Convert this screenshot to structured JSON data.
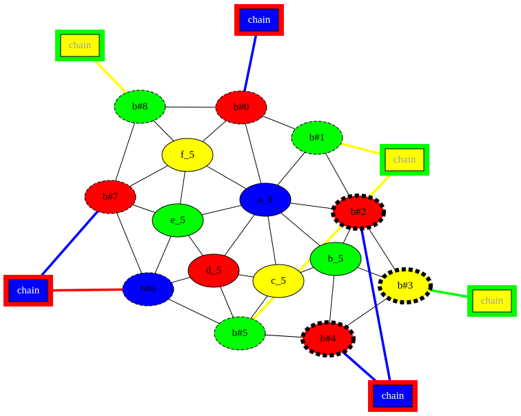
{
  "colors": {
    "red": "#ff0000",
    "green": "#00ff00",
    "blue": "#0000ff",
    "yellow": "#ffff00",
    "black": "#000000",
    "chain_text_on_blue": "#ffffff",
    "chain_text_on_yellow": "#a0a0a0"
  },
  "nodes": [
    {
      "id": "b0",
      "label": "b#0",
      "fill": "red",
      "border": "thin-dashed"
    },
    {
      "id": "b8",
      "label": "b#8",
      "fill": "green",
      "border": "thin-dashed"
    },
    {
      "id": "b1",
      "label": "b#1",
      "fill": "green",
      "border": "thin-dashed"
    },
    {
      "id": "f5",
      "label": "f_5",
      "fill": "yellow",
      "border": "solid"
    },
    {
      "id": "b7",
      "label": "b#7",
      "fill": "red",
      "border": "thin-dashed"
    },
    {
      "id": "a8",
      "label": "a_8",
      "fill": "blue",
      "border": "solid"
    },
    {
      "id": "b2",
      "label": "b#2",
      "fill": "red",
      "border": "thick-dashed"
    },
    {
      "id": "e5",
      "label": "e_5",
      "fill": "green",
      "border": "solid"
    },
    {
      "id": "d5",
      "label": "d_5",
      "fill": "red",
      "border": "solid"
    },
    {
      "id": "b5node",
      "label": "b_5",
      "fill": "green",
      "border": "solid"
    },
    {
      "id": "c5",
      "label": "c_5",
      "fill": "yellow",
      "border": "solid"
    },
    {
      "id": "b3",
      "label": "b#3",
      "fill": "yellow",
      "border": "thick-dashed"
    },
    {
      "id": "b6",
      "label": "b#6",
      "fill": "blue",
      "border": "thin-dashed"
    },
    {
      "id": "b5",
      "label": "b#5",
      "fill": "green",
      "border": "thin-dashed"
    },
    {
      "id": "b4",
      "label": "b#4",
      "fill": "red",
      "border": "thick-dashed"
    }
  ],
  "chains": [
    {
      "id": "chain-top",
      "label": "chain",
      "outer": "red",
      "inner": "blue",
      "text": "chain_text_on_blue"
    },
    {
      "id": "chain-top-left",
      "label": "chain",
      "outer": "green",
      "inner": "yellow",
      "text": "chain_text_on_yellow"
    },
    {
      "id": "chain-right-upper",
      "label": "chain",
      "outer": "green",
      "inner": "yellow",
      "text": "chain_text_on_yellow"
    },
    {
      "id": "chain-right-lower",
      "label": "chain",
      "outer": "green",
      "inner": "yellow",
      "text": "chain_text_on_yellow"
    },
    {
      "id": "chain-left",
      "label": "chain",
      "outer": "red",
      "inner": "blue",
      "text": "chain_text_on_blue"
    },
    {
      "id": "chain-bottom",
      "label": "chain",
      "outer": "red",
      "inner": "blue",
      "text": "chain_text_on_blue"
    }
  ],
  "edges": [
    [
      "b8",
      "b0"
    ],
    [
      "b8",
      "f5"
    ],
    [
      "b8",
      "b7"
    ],
    [
      "b0",
      "f5"
    ],
    [
      "b0",
      "b1"
    ],
    [
      "b0",
      "a8"
    ],
    [
      "b1",
      "a8"
    ],
    [
      "b1",
      "b2"
    ],
    [
      "f5",
      "b7"
    ],
    [
      "f5",
      "e5"
    ],
    [
      "f5",
      "a8"
    ],
    [
      "b7",
      "e5"
    ],
    [
      "b7",
      "b6"
    ],
    [
      "e5",
      "a8"
    ],
    [
      "e5",
      "d5"
    ],
    [
      "e5",
      "b6"
    ],
    [
      "a8",
      "b2"
    ],
    [
      "a8",
      "d5"
    ],
    [
      "a8",
      "c5"
    ],
    [
      "a8",
      "b5node"
    ],
    [
      "b2",
      "b5node"
    ],
    [
      "b2",
      "b3"
    ],
    [
      "d5",
      "b6"
    ],
    [
      "d5",
      "c5"
    ],
    [
      "d5",
      "b5"
    ],
    [
      "c5",
      "b5node"
    ],
    [
      "c5",
      "b5"
    ],
    [
      "b5node",
      "b3"
    ],
    [
      "b5node",
      "b4"
    ],
    [
      "b6",
      "b5"
    ],
    [
      "b5",
      "b4"
    ],
    [
      "b4",
      "b3"
    ]
  ],
  "chain_links": [
    {
      "chain": "chain-top",
      "node": "b0",
      "color": "blue"
    },
    {
      "chain": "chain-top-left",
      "node": "b8",
      "color": "yellow"
    },
    {
      "chain": "chain-right-upper",
      "node": "b1",
      "color": "yellow"
    },
    {
      "chain": "chain-right-upper",
      "node": "b5",
      "color": "yellow"
    },
    {
      "chain": "chain-right-lower",
      "node": "b3",
      "color": "green"
    },
    {
      "chain": "chain-left",
      "node": "b7",
      "color": "blue"
    },
    {
      "chain": "chain-left",
      "node": "b6",
      "color": "red"
    },
    {
      "chain": "chain-bottom",
      "node": "b4",
      "color": "blue"
    },
    {
      "chain": "chain-bottom",
      "node": "b2",
      "color": "blue"
    }
  ]
}
